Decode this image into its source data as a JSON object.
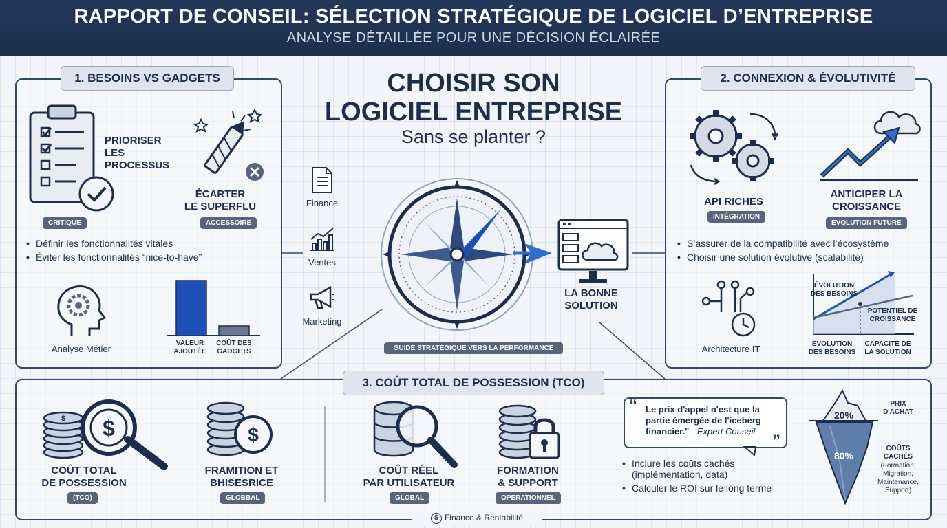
{
  "header": {
    "title": "RAPPORT DE CONSEIL: SÉLECTION STRATÉGIQUE DE LOGICIEL D’ENTREPRISE",
    "subtitle": "ANALYSE DÉTAILLÉE POUR UNE DÉCISION ÉCLAIRÉE"
  },
  "center": {
    "title_line1": "CHOISIR SON",
    "title_line2": "LOGICIEL ENTREPRISE",
    "subtitle": "Sans se planter ?",
    "departments": [
      "Finance",
      "Ventes",
      "Marketing"
    ],
    "compass_caption": "GUIDE STRATÉGIQUE VERS LA PERFORMANCE",
    "solution_label_line1": "LA BONNE",
    "solution_label_line2": "SOLUTION"
  },
  "section1": {
    "title": "1. BESOINS VS GADGETS",
    "item1_label": "PRIORISER LES PROCESSUS",
    "item1_tag": "CRITIQUE",
    "item2_label_line1": "ÉCARTER",
    "item2_label_line2": "LE SUPERFLU",
    "item2_tag": "ACCESSOIRE",
    "bullets": [
      "Définir les fonctionnalités vitales",
      "Éviter les fonctionnalités “nice-to-have”"
    ],
    "analysis_label": "Analyse Métier",
    "bar_labels": [
      "VALEUR AJOUTÉE",
      "COÛT DES GADGETS"
    ]
  },
  "section2": {
    "title": "2. CONNEXION & ÉVOLUTIVITÉ",
    "item1_label": "API RICHES",
    "item1_tag": "INTÉGRATION",
    "item2_label_line1": "ANTICIPER LA",
    "item2_label_line2": "CROISSANCE",
    "item2_tag": "ÉVOLUTION FUTURE",
    "bullets": [
      "S’assurer de la compatibilité avec l’écosystème",
      "Choisir une solution évolutive (scalabilité)"
    ],
    "architecture_label": "Architecture IT",
    "chart_labels": {
      "top": "ÉVOLUTION DES BESOINS",
      "right": "POTENTIEL DE CROISSANCE",
      "bottom_left": "ÉVOLUTION DES BESOINS",
      "bottom_right": "CAPACITÉ DE LA SOLUTION"
    }
  },
  "section3": {
    "title": "3. COÛT TOTAL DE POSSESSION (TCO)",
    "items": [
      {
        "label_line1": "COÛT TOTAL",
        "label_line2": "DE POSSESSION",
        "tag": "(TCO)"
      },
      {
        "label_line1": "FRAMITION ET",
        "label_line2": "BHISESRICE",
        "tag": "GLOBBAL"
      },
      {
        "label_line1": "COÛT RÉEL",
        "label_line2": "PAR UTILISATEUR",
        "tag": "GLOBAL"
      },
      {
        "label_line1": "FORMATION",
        "label_line2": "& SUPPORT",
        "tag": "OPÉRATIONNEL"
      }
    ],
    "quote": "Le prix d'appel n'est que la partie émergée de l'iceberg financier.\"",
    "quote_author": "- Expert Conseil",
    "bullets": [
      "Inclure les coûts cachés (implémentation, data)",
      "Calculer le ROI sur le long terme"
    ],
    "iceberg": {
      "top_pct": "20%",
      "bottom_pct": "80%",
      "top_label": "PRIX D'ACHAT",
      "bottom_label": "COÛTS CACHÉS",
      "bottom_detail": "(Formation, Migration, Maintenance, Support)"
    },
    "footer_label": "Finance & Rentabilité"
  },
  "colors": {
    "navy": "#1c2e4c",
    "accent_blue": "#2f6fc9",
    "tag_gray": "#56657c"
  }
}
